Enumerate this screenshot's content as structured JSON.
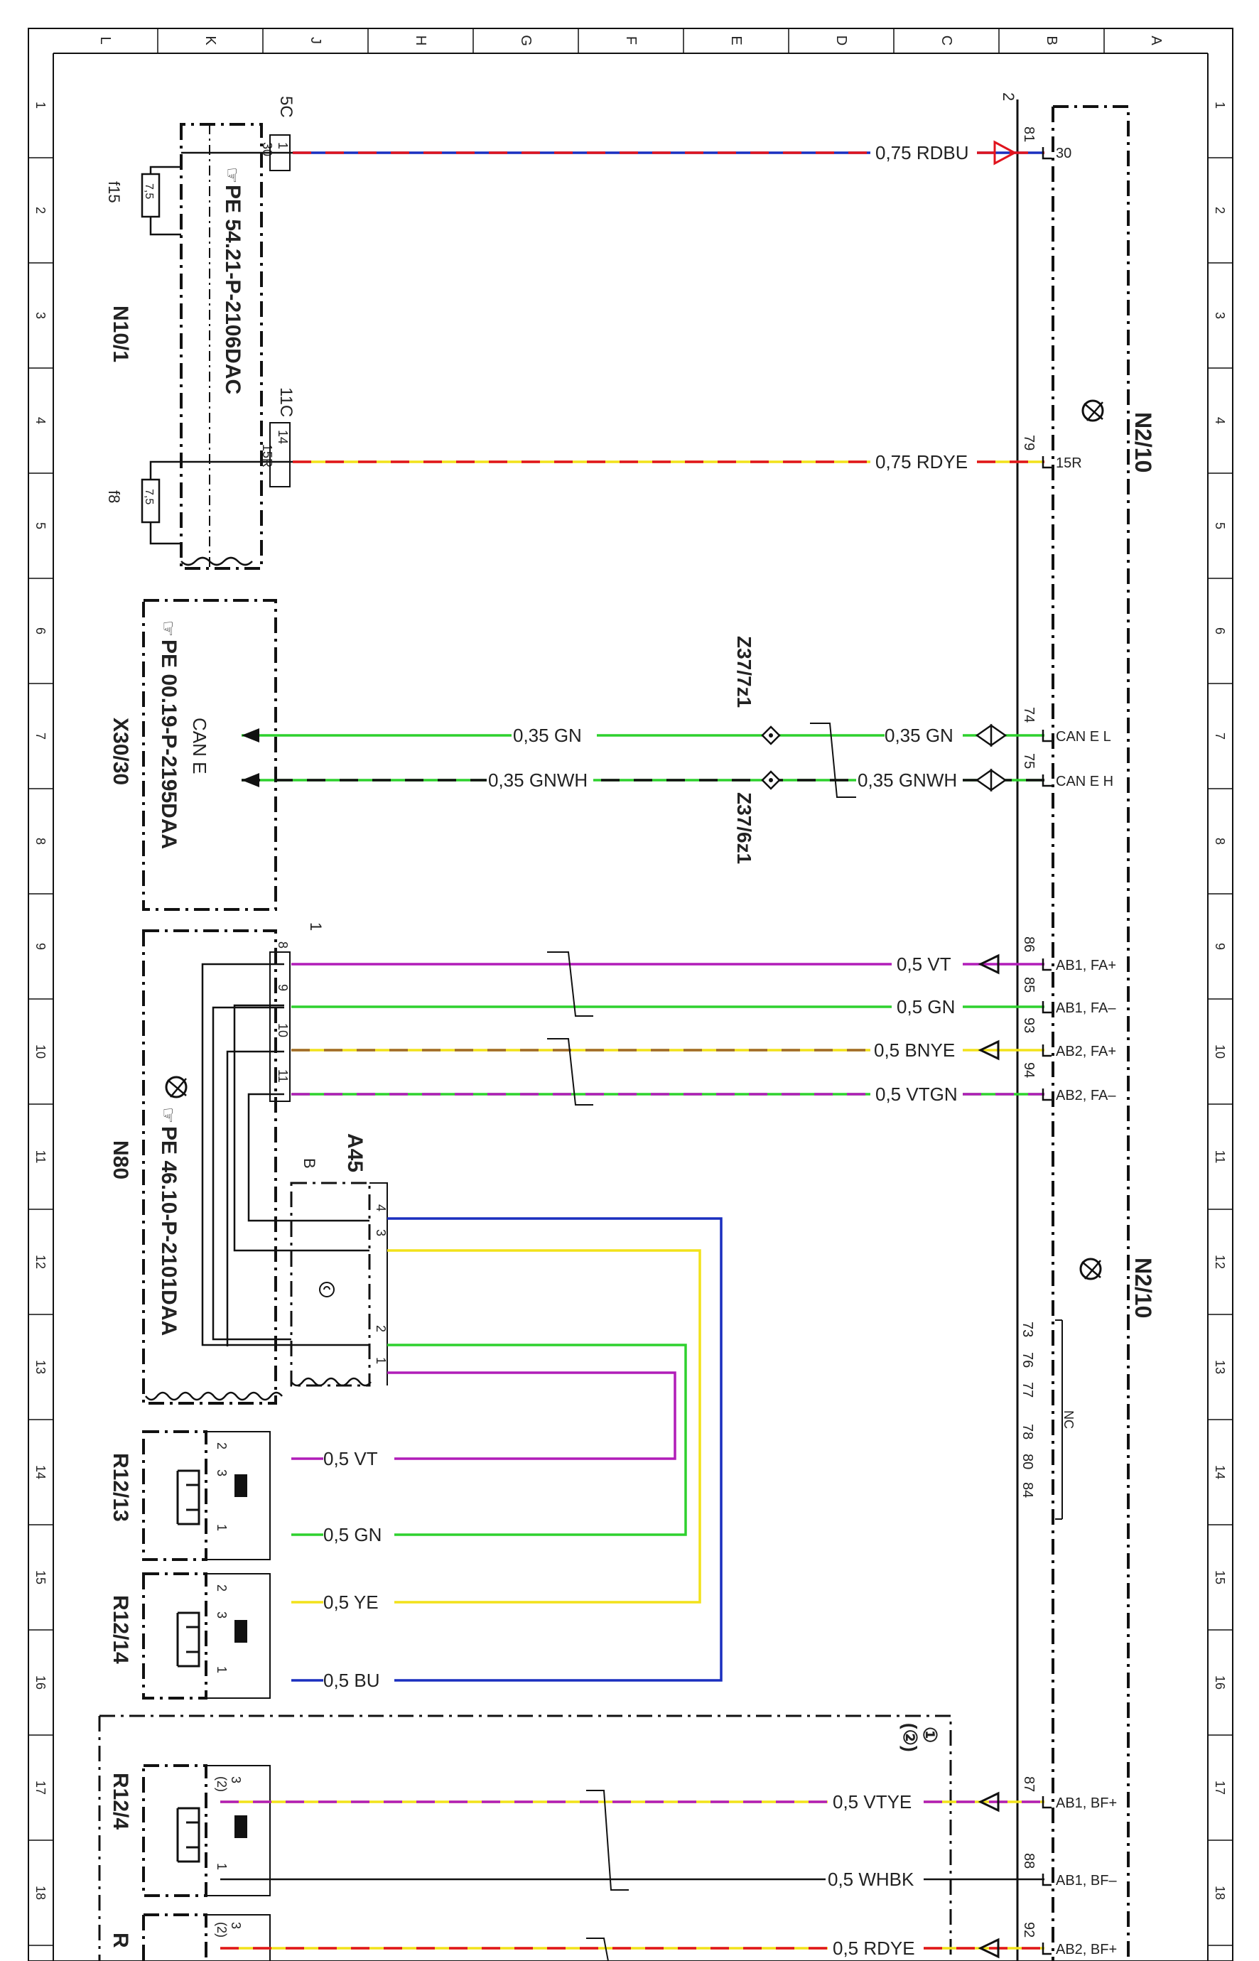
{
  "frame": {
    "column_letters": [
      "L",
      "K",
      "J",
      "H",
      "G",
      "F",
      "E",
      "D",
      "C",
      "B",
      "A"
    ],
    "row_numbers": [
      "1",
      "2",
      "3",
      "4",
      "5",
      "6",
      "7",
      "8",
      "9",
      "10",
      "11",
      "12",
      "13",
      "14",
      "15",
      "16",
      "17",
      "18"
    ]
  },
  "components": {
    "n2_10_top": "N2/10",
    "n2_10_mid": "N2/10",
    "n10_1": "N10/1",
    "x30_30": "X30/30",
    "n80": "N80",
    "a45": "A45",
    "r12_13": "R12/13",
    "r12_14": "R12/14",
    "r12_4": "R12/4",
    "r_bottom": "R"
  },
  "references": {
    "pe_54": "PE 54.21-P-2106DAC",
    "pe_00": "PE 00.19-P-2195DAA",
    "pe_46": "PE 46.10-P-2101DAA"
  },
  "connectors": {
    "c5c": "5C",
    "c11c": "11C",
    "c2": "2",
    "c1": "1",
    "pin30": "30",
    "pin15r": "15R",
    "can_e": "CAN E",
    "a45_b": "B",
    "opt1": "①",
    "opt2": "(②)"
  },
  "fuses": {
    "f15": "f15",
    "f15_value": "7,5",
    "f8": "f8",
    "f8_value": "7,5"
  },
  "splices": {
    "z37_7z1": "Z37/7z1",
    "z37_6z1": "Z37/6z1"
  },
  "n10_pins": {
    "p30": "30",
    "p1": "1",
    "p15r": "15R",
    "p14": "14"
  },
  "n80_pins": [
    "8",
    "9",
    "10",
    "11"
  ],
  "a45_pins": [
    "4",
    "3",
    "2",
    "1"
  ],
  "sensor_pins": {
    "r12_13": [
      "2",
      "3",
      "1"
    ],
    "r12_14": [
      "2",
      "3",
      "1"
    ],
    "r12_4": [
      "(2)",
      "3",
      "1"
    ],
    "r_bottom": [
      "(2)",
      "3"
    ]
  },
  "n2_10_pins": {
    "p81": "81",
    "p79": "79",
    "p74": "74",
    "p75": "75",
    "p86": "86",
    "p85": "85",
    "p93": "93",
    "p94": "94",
    "p87": "87",
    "p88": "88",
    "p92": "92",
    "nc_pins": [
      "73",
      "76",
      "77",
      "78",
      "80",
      "84"
    ],
    "nc": "NC"
  },
  "n2_10_signals": {
    "s30": "30",
    "s15r": "15R",
    "can_el": "CAN E L",
    "can_eh": "CAN E H",
    "ab1_fa_plus": "AB1, FA+",
    "ab1_fa_minus": "AB1, FA–",
    "ab2_fa_plus": "AB2, FA+",
    "ab2_fa_minus": "AB2, FA–",
    "ab1_bf_plus": "AB1, BF+",
    "ab1_bf_minus": "AB1, BF–",
    "ab2_bf_plus": "AB2, BF+"
  },
  "wires": [
    {
      "id": "w30",
      "label": "0,75 RDBU"
    },
    {
      "id": "w15r",
      "label": "0,75 RDYE"
    },
    {
      "id": "can_l_right",
      "label": "0,35 GN"
    },
    {
      "id": "can_l_left",
      "label": "0,35 GN"
    },
    {
      "id": "can_h_right",
      "label": "0,35 GNWH"
    },
    {
      "id": "can_h_left",
      "label": "0,35 GNWH"
    },
    {
      "id": "fa1p",
      "label": "0,5 VT"
    },
    {
      "id": "fa1m",
      "label": "0,5 GN"
    },
    {
      "id": "fa2p",
      "label": "0,5 BNYE"
    },
    {
      "id": "fa2m",
      "label": "0,5 VTGN"
    },
    {
      "id": "r13_vt",
      "label": "0,5 VT"
    },
    {
      "id": "r13_gn",
      "label": "0,5 GN"
    },
    {
      "id": "r14_ye",
      "label": "0,5 YE"
    },
    {
      "id": "r14_bu",
      "label": "0,5 BU"
    },
    {
      "id": "bf1p",
      "label": "0,5 VTYE"
    },
    {
      "id": "bf1m",
      "label": "0,5 WHBK"
    },
    {
      "id": "bf2p",
      "label": "0,5 RDYE"
    }
  ],
  "colors": {
    "red": "#e0141e",
    "blue": "#1a2fbf",
    "yellow": "#f2e21a",
    "green": "#2ed12e",
    "violet": "#b11db8",
    "brown": "#a06a2a",
    "white": "#ffffff",
    "black": "#111111"
  }
}
